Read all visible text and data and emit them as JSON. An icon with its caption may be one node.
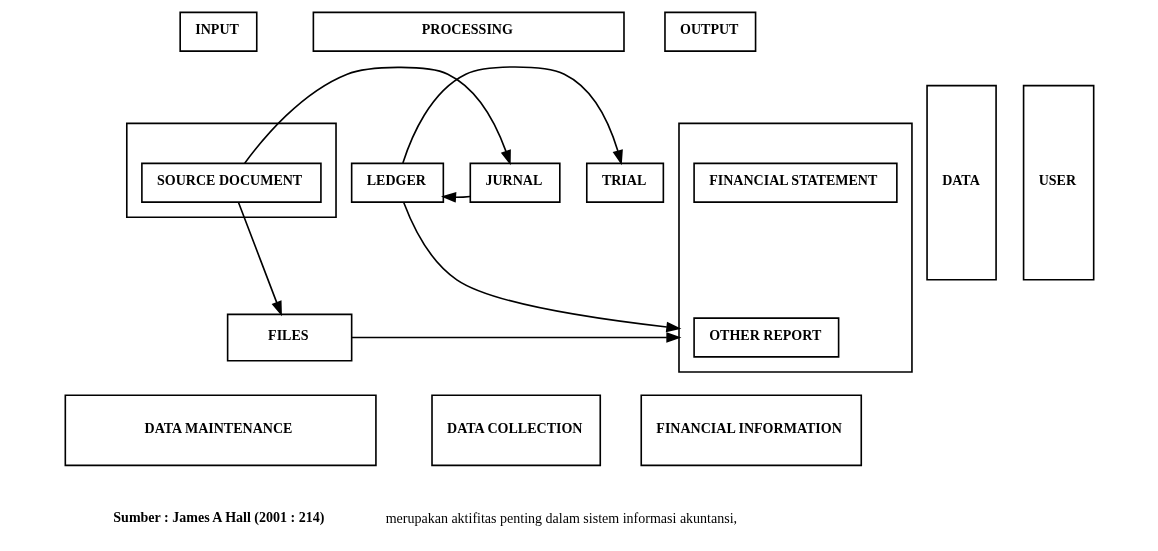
{
  "diagram": {
    "nodes": [
      {
        "text": [
          "INPUT"
        ]
      },
      {
        "text": [
          "PROCESSING"
        ]
      },
      {
        "text": [
          "OUTPUT"
        ]
      },
      {
        "text": [
          "DATA"
        ]
      },
      {
        "text": [],
        "shape": "box"
      },
      {
        "text": [
          "SOURCE DOCUMENT"
        ],
        "in": 4
      },
      {
        "text": [
          "JURNAL"
        ]
      },
      {
        "text": [
          "LEDGER"
        ]
      },
      {
        "text": [
          "TRIAL"
        ]
      },
      {
        "text": [],
        "shape": "box"
      },
      {
        "text": [
          "FINANCIAL STATEMENT"
        ],
        "in": 9
      },
      {
        "text": [
          "OTHER REPORT"
        ],
        "in": 9
      },
      {
        "text": [
          "FILES"
        ]
      },
      {
        "text": [
          "USER"
        ]
      },
      {
        "text": [
          "DATA COLLECTION"
        ]
      },
      {
        "text": [
          "DATA MAINTENANCE"
        ]
      },
      {
        "text": [
          "FINANCIAL INFORMATION"
        ]
      }
    ],
    "edges": [
      {
        "from": 5,
        "to": 6,
        "arrow": "to"
      },
      {
        "from": 6,
        "to": 7,
        "arrow": "to"
      },
      {
        "from": 7,
        "to": 8,
        "arrow": "to"
      },
      {
        "from": 7,
        "to": 9,
        "arrow": "to"
      },
      {
        "from": 5,
        "to": 12,
        "arrow": "to"
      },
      {
        "from": 12,
        "to": 9,
        "arrow": "to"
      }
    ],
    "labels": [
      "Sumber : James A Hall (2001 : 214)",
      "merupakan aktifitas penting dalam sistem informasi akuntansi,"
    ]
  }
}
